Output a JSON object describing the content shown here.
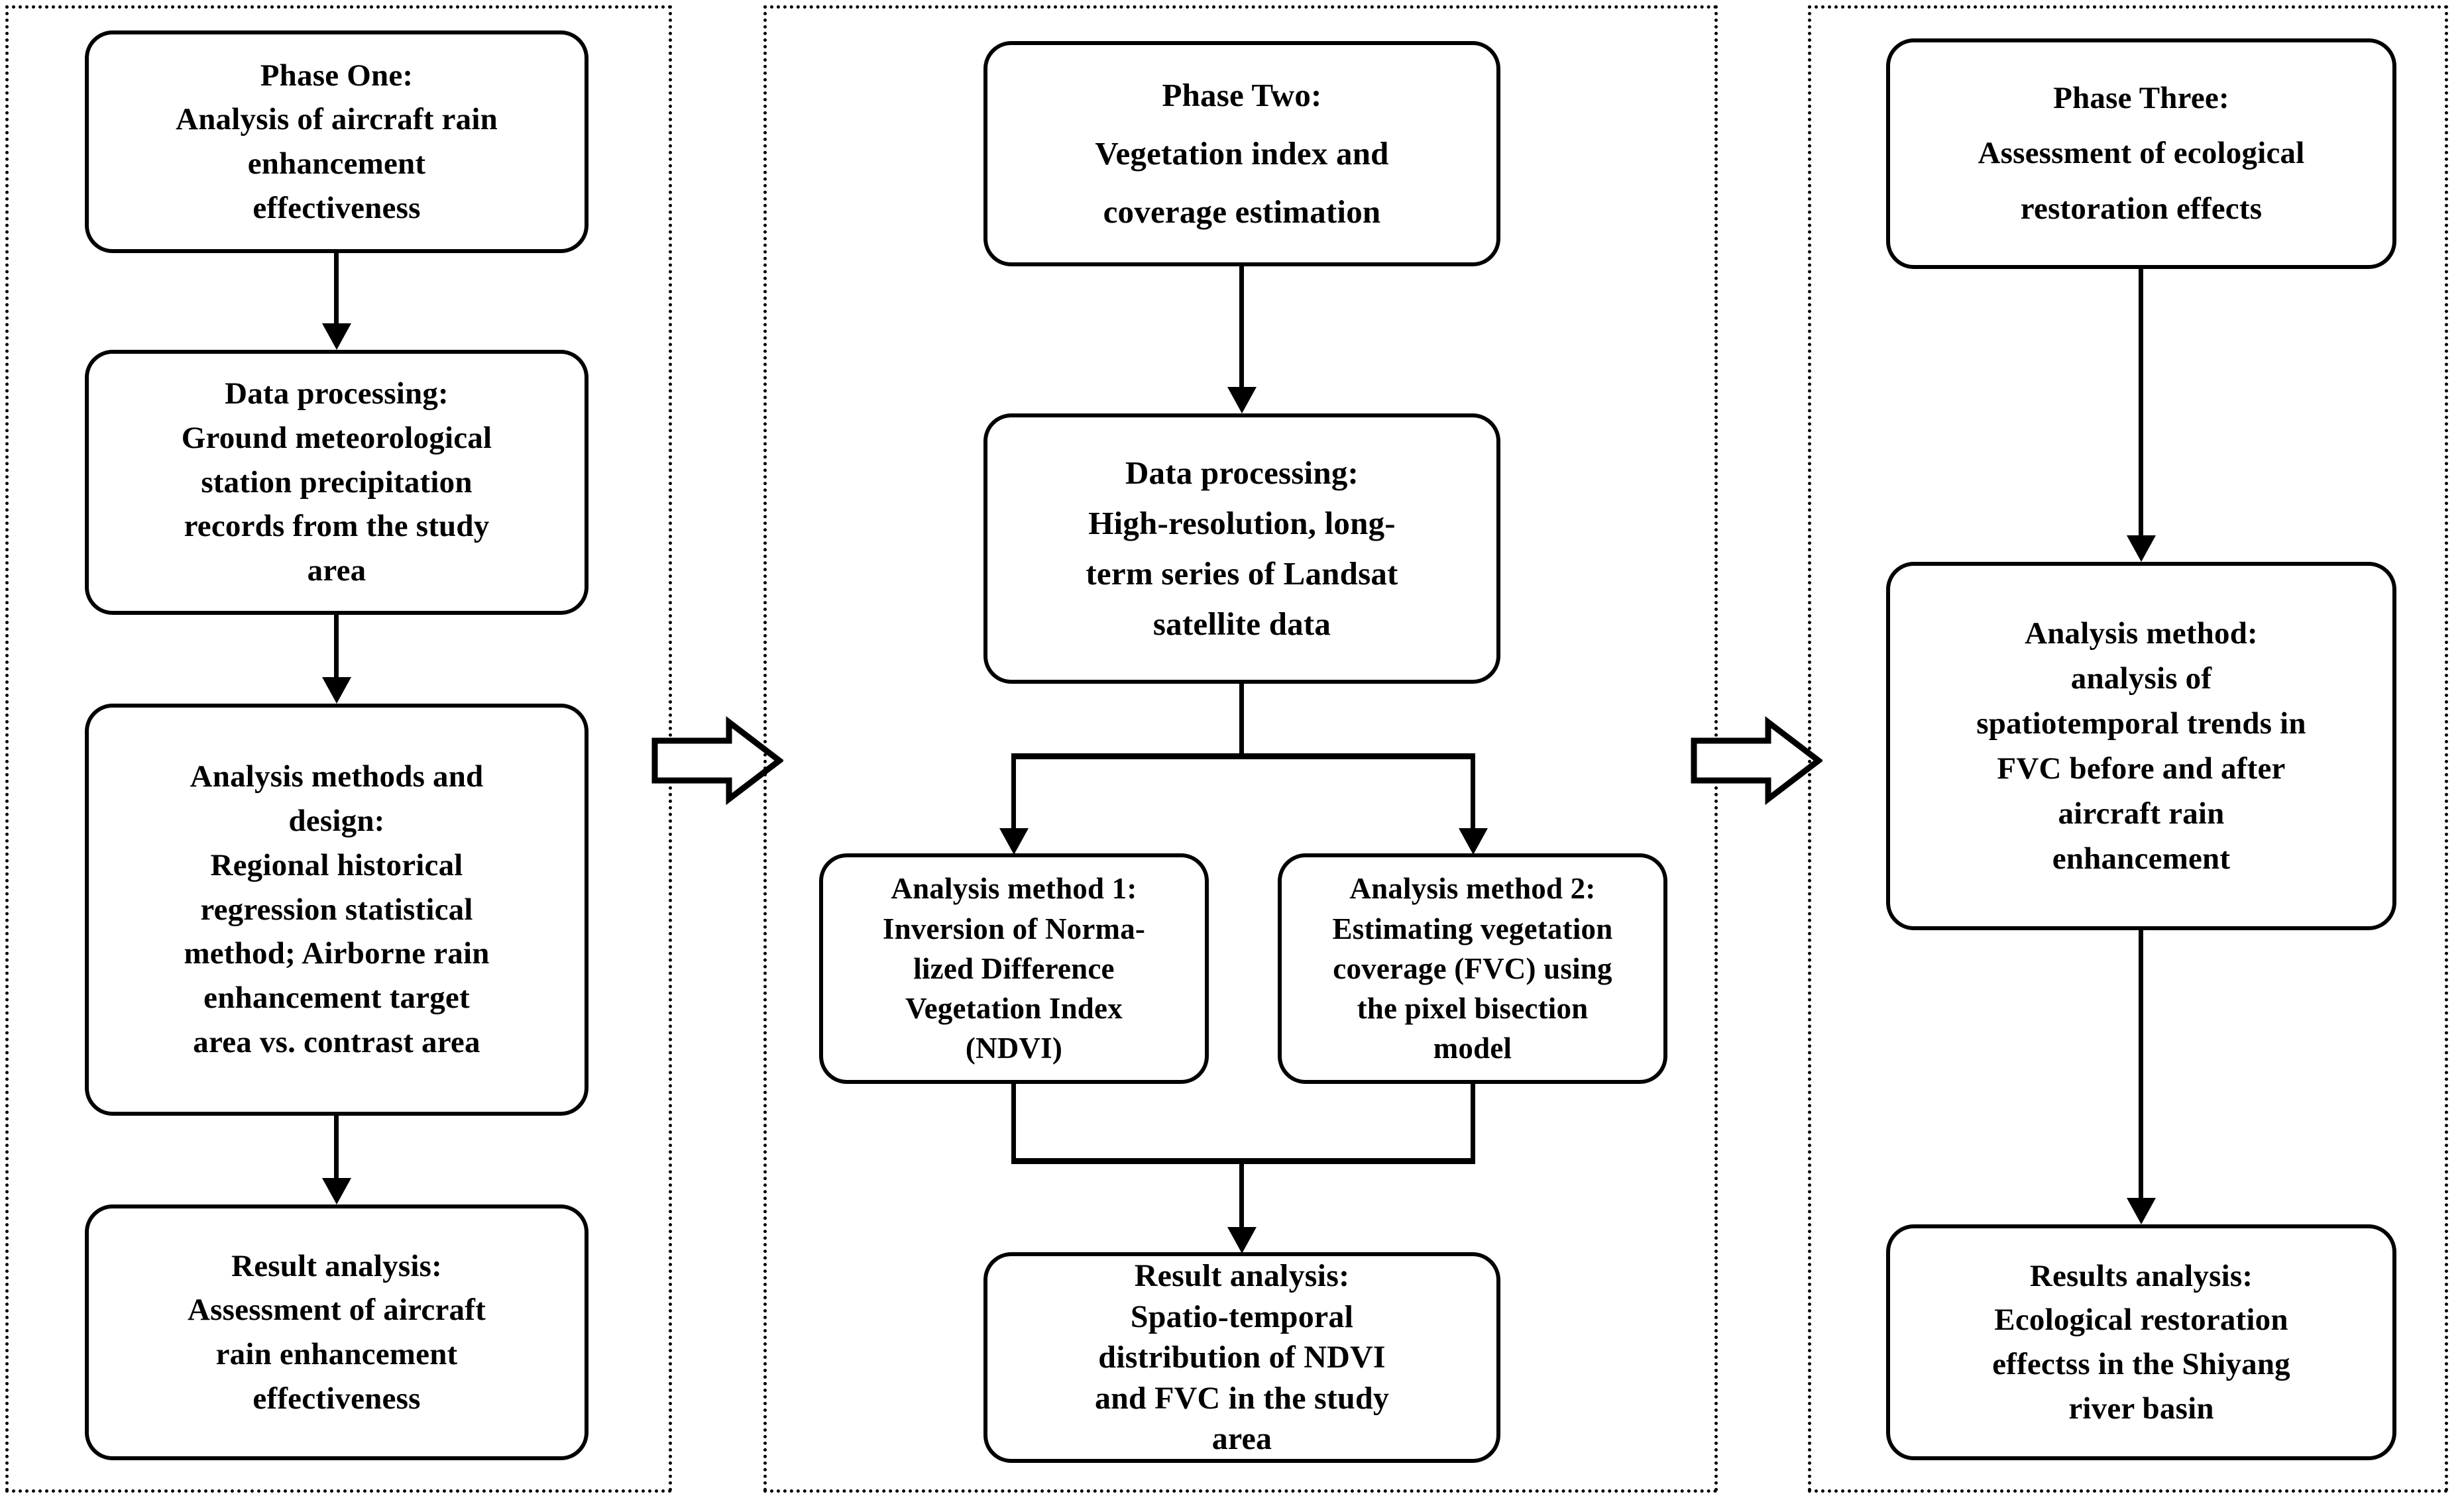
{
  "diagram": {
    "title": "Research workflow: aircraft rain enhancement and ecological restoration assessment",
    "stroke_color": "#000000",
    "background_color": "#ffffff",
    "panel_border_style": "dotted"
  },
  "phases": [
    {
      "id": "phase-one",
      "boxes": [
        {
          "id": "p1-b1",
          "name": "phase-one-title-box",
          "lines": [
            "Phase One:",
            "Analysis of aircraft rain",
            "enhancement",
            "effectiveness"
          ],
          "text": "Phase One:\nAnalysis of aircraft rain\nenhancement\neffectiveness"
        },
        {
          "id": "p1-b2",
          "name": "phase-one-data-processing-box",
          "lines": [
            "Data processing:",
            "Ground meteorological",
            "station precipitation",
            "records from the study",
            "area"
          ],
          "text": "Data processing:\nGround meteorological\nstation precipitation\nrecords from the study\narea"
        },
        {
          "id": "p1-b3",
          "name": "phase-one-analysis-methods-box",
          "lines": [
            "Analysis methods and",
            "design:",
            "Regional historical",
            "regression statistical",
            "method; Airborne rain",
            "enhancement target",
            "area vs. contrast area"
          ],
          "text": "Analysis methods and\ndesign:\nRegional historical\nregression statistical\nmethod; Airborne rain\nenhancement target\narea vs. contrast area"
        },
        {
          "id": "p1-b4",
          "name": "phase-one-result-analysis-box",
          "lines": [
            "Result analysis:",
            "Assessment of aircraft",
            "rain enhancement",
            "effectiveness"
          ],
          "text": "Result analysis:\nAssessment of aircraft\nrain enhancement\neffectiveness"
        }
      ]
    },
    {
      "id": "phase-two",
      "boxes": [
        {
          "id": "p2-b1",
          "name": "phase-two-title-box",
          "lines": [
            "Phase Two:",
            "Vegetation index and",
            "coverage estimation"
          ],
          "text": "Phase Two:\nVegetation index and\ncoverage estimation"
        },
        {
          "id": "p2-b2",
          "name": "phase-two-data-processing-box",
          "lines": [
            "Data processing:",
            "High-resolution, long-",
            "term series of Landsat",
            "satellite data"
          ],
          "text": "Data processing:\nHigh-resolution, long-\nterm series of Landsat\nsatellite data"
        },
        {
          "id": "p2-b3a",
          "name": "phase-two-analysis-method-1-box",
          "lines": [
            "Analysis method 1:",
            "Inversion of Norma-",
            "lized Difference",
            "Vegetation Index",
            "(NDVI)"
          ],
          "text": "Analysis method 1:\nInversion of Norma-\nlized Difference\nVegetation Index\n(NDVI)"
        },
        {
          "id": "p2-b3b",
          "name": "phase-two-analysis-method-2-box",
          "lines": [
            "Analysis method 2:",
            "Estimating vegetation",
            "coverage (FVC) using",
            "the pixel bisection",
            "model"
          ],
          "text": "Analysis method 2:\nEstimating vegetation\ncoverage (FVC) using\nthe pixel bisection\nmodel"
        },
        {
          "id": "p2-b4",
          "name": "phase-two-result-analysis-box",
          "lines": [
            "Result analysis:",
            "Spatio-temporal",
            "distribution of NDVI",
            "and FVC in the study",
            "area"
          ],
          "text": "Result analysis:\nSpatio-temporal\ndistribution of NDVI\nand FVC in the study\narea"
        }
      ]
    },
    {
      "id": "phase-three",
      "boxes": [
        {
          "id": "p3-b1",
          "name": "phase-three-title-box",
          "lines": [
            "Phase Three:",
            "Assessment of ecological",
            "restoration  effects"
          ],
          "text": "Phase Three:\nAssessment of ecological\nrestoration  effects"
        },
        {
          "id": "p3-b2",
          "name": "phase-three-analysis-method-box",
          "lines": [
            "Analysis method:",
            "analysis of",
            "spatiotemporal trends in",
            "FVC before and after",
            "aircraft rain",
            "enhancement"
          ],
          "text": "Analysis method:\nanalysis of\nspatiotemporal trends in\nFVC before and after\naircraft rain\nenhancement"
        },
        {
          "id": "p3-b3",
          "name": "phase-three-results-analysis-box",
          "lines": [
            "Results analysis:",
            "Ecological restoration",
            "effectss in the Shiyang",
            "river basin"
          ],
          "text": "Results analysis:\nEcological restoration\neffectss in the Shiyang\nriver basin"
        }
      ]
    }
  ],
  "connectors": {
    "phase_transition_arrow_1": "block-arrow-right",
    "phase_transition_arrow_2": "block-arrow-right",
    "flow_arrow": "arrow-down"
  }
}
